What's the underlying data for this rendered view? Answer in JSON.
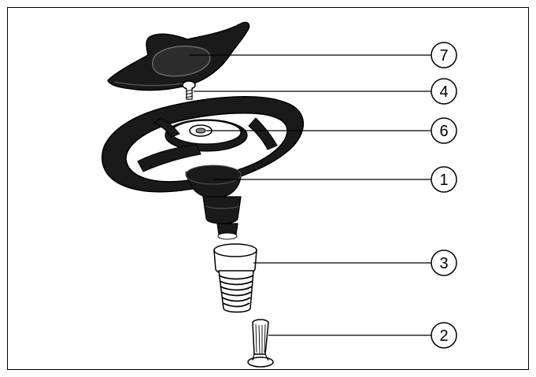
{
  "callouts": [
    {
      "id": "c7",
      "label": "7"
    },
    {
      "id": "c4",
      "label": "4"
    },
    {
      "id": "c6",
      "label": "6"
    },
    {
      "id": "c1",
      "label": "1"
    },
    {
      "id": "c3",
      "label": "3"
    },
    {
      "id": "c2",
      "label": "2"
    }
  ],
  "colors": {
    "ink": "#000000",
    "grip": "#1a1a1a",
    "paper": "#ffffff"
  }
}
